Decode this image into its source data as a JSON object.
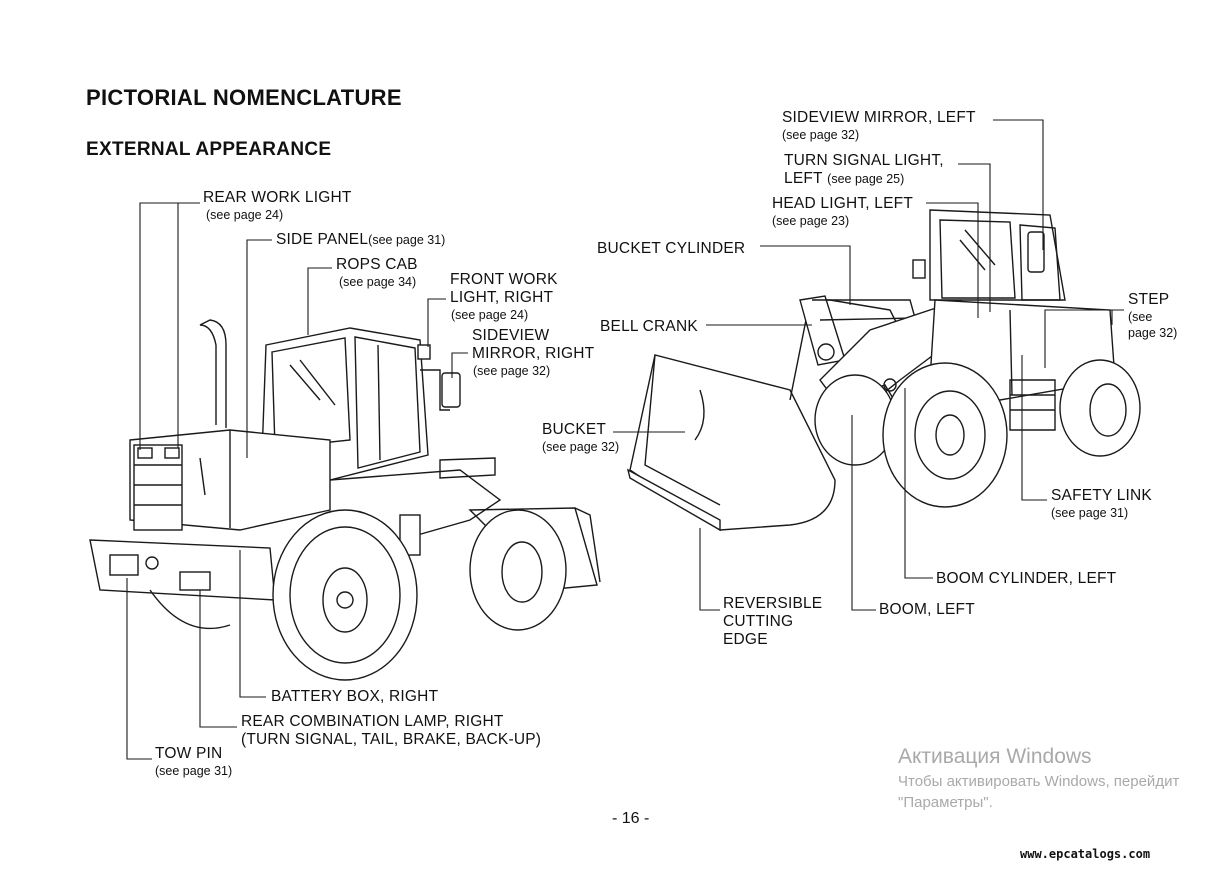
{
  "page": {
    "title": "PICTORIAL NOMENCLATURE",
    "subtitle": "EXTERNAL APPEARANCE",
    "page_number": "- 16 -",
    "website": "www.epcatalogs.com"
  },
  "windows_activation": {
    "heading": "Активация Windows",
    "line1": "Чтобы активировать Windows, перейдит",
    "line2": "\"Параметры\"."
  },
  "rear_view": {
    "rear_work_light": {
      "label": "REAR WORK LIGHT",
      "ref": "(see page 24)"
    },
    "side_panel": {
      "label": "SIDE PANEL",
      "ref": "(see page 31)"
    },
    "rops_cab": {
      "label": "ROPS CAB",
      "ref": "(see page 34)"
    },
    "front_work_light": {
      "label1": "FRONT WORK",
      "label2": "LIGHT, RIGHT",
      "ref": "(see page 24)"
    },
    "sideview_mirror_right": {
      "label1": "SIDEVIEW",
      "label2": "MIRROR, RIGHT",
      "ref": "(see page 32)"
    },
    "battery_box": {
      "label": "BATTERY BOX, RIGHT"
    },
    "rear_combination_lamp": {
      "label1": "REAR COMBINATION LAMP, RIGHT",
      "label2": "(TURN SIGNAL, TAIL, BRAKE, BACK-UP)"
    },
    "tow_pin": {
      "label": "TOW PIN",
      "ref": "(see page 31)"
    }
  },
  "front_view": {
    "sideview_mirror_left": {
      "label": "SIDEVIEW MIRROR, LEFT",
      "ref": "(see page 32)"
    },
    "turn_signal_light": {
      "label1": "TURN SIGNAL LIGHT,",
      "label2": "LEFT",
      "ref": "(see page 25)"
    },
    "head_light": {
      "label": "HEAD LIGHT, LEFT",
      "ref": "(see page 23)"
    },
    "bucket_cylinder": {
      "label": "BUCKET CYLINDER"
    },
    "bell_crank": {
      "label": "BELL CRANK"
    },
    "step": {
      "label": "STEP",
      "ref1": "(see",
      "ref2": "page 32)"
    },
    "bucket": {
      "label": "BUCKET",
      "ref": "(see page 32)"
    },
    "safety_link": {
      "label": "SAFETY LINK",
      "ref": "(see page 31)"
    },
    "boom_cylinder": {
      "label": "BOOM CYLINDER, LEFT"
    },
    "boom": {
      "label": "BOOM, LEFT"
    },
    "cutting_edge": {
      "label1": "REVERSIBLE",
      "label2": "CUTTING",
      "label3": "EDGE"
    }
  }
}
